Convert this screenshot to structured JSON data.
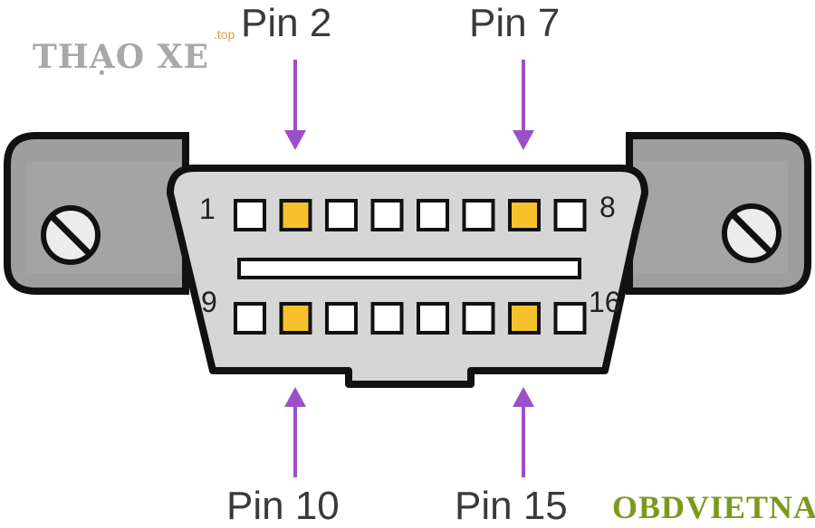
{
  "labels": {
    "pin_2": "Pin 2",
    "pin_7": "Pin 7",
    "pin_10": "Pin 10",
    "pin_15": "Pin 15"
  },
  "pin_numbers": {
    "top_left": "1",
    "top_right": "8",
    "bottom_left": "9",
    "bottom_right": "16"
  },
  "highlighted_pins": [
    2,
    7,
    10,
    15
  ],
  "watermarks": {
    "top_left": "THẠO XE",
    "top_left_suffix": ".top",
    "bottom_right": "OBDVIETNAM"
  },
  "colors": {
    "connector_body": "#d6d6d6",
    "side_tabs": "#9e9e9e",
    "highlight_pin": "#f5c22c",
    "normal_pin": "#ffffff",
    "arrow": "#9b4fc8",
    "outline": "#111111"
  }
}
